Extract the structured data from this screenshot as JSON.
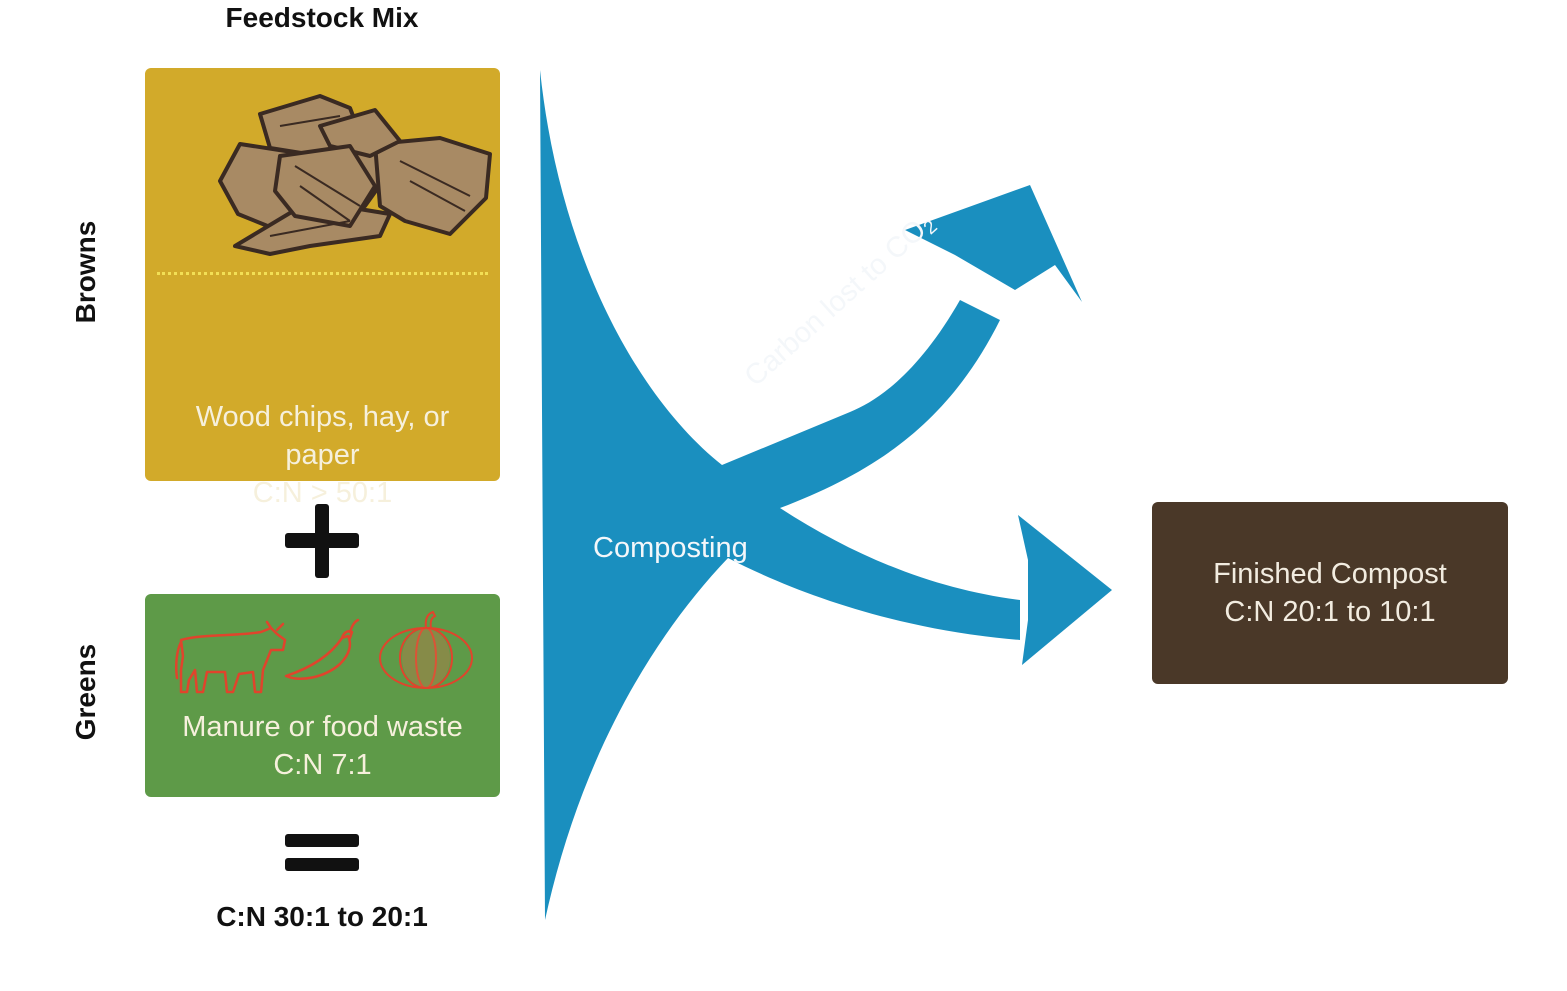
{
  "title": "Feedstock Mix",
  "browns": {
    "label": "Browns",
    "description": "Wood chips, hay, or paper",
    "ratio": "C:N > 50:1",
    "icon": "wood-chips-icon"
  },
  "greens": {
    "label": "Greens",
    "description": "Manure or food waste",
    "ratio": "C:N 7:1",
    "icons": [
      "cow-icon",
      "pepper-icon",
      "pumpkin-icon"
    ]
  },
  "operators": {
    "plus": "plus-icon",
    "equals": "equals-icon"
  },
  "mix_ratio": "C:N 30:1 to 20:1",
  "process": {
    "label": "Composting",
    "loss_prefix": "Carbon lost to CO",
    "loss_sub": "2"
  },
  "result": {
    "title": "Finished Compost",
    "ratio": "C:N 20:1 to 10:1"
  },
  "colors": {
    "browns": "#d2aa2a",
    "greens": "#5e9a48",
    "flow": "#1a8fbf",
    "compost": "#4a3828",
    "illustration_red": "#e0442c"
  }
}
